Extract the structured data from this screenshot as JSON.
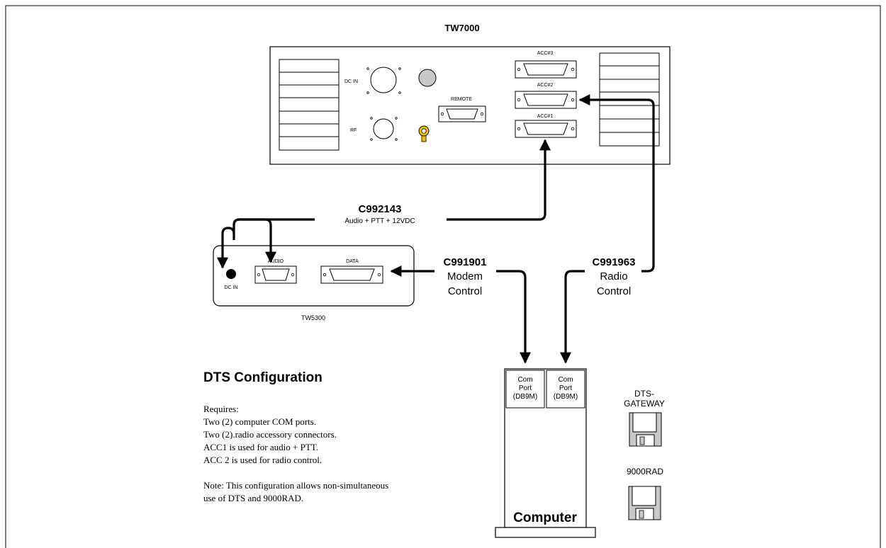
{
  "radio": {
    "title": "TW7000",
    "dc_in_label": "DC IN",
    "rf_label": "RF",
    "remote_label": "REMOTE",
    "acc3_label": "ACC#3",
    "acc2_label": "ACC#2",
    "acc1_label": "ACC#1"
  },
  "modem": {
    "name": "TW5300",
    "dc_in_label": "DC IN",
    "audio_label": "AUDIO",
    "data_label": "DATA"
  },
  "cables": {
    "c992143": {
      "part": "C992143",
      "desc": "Audio + PTT + 12VDC"
    },
    "c991901": {
      "part": "C991901",
      "line1": "Modem",
      "line2": "Control"
    },
    "c991963": {
      "part": "C991963",
      "line1": "Radio",
      "line2": "Control"
    }
  },
  "computer": {
    "label": "Computer",
    "port1": [
      "Com",
      "Port",
      "(DB9M)"
    ],
    "port2": [
      "Com",
      "Port",
      "(DB9M)"
    ]
  },
  "software": {
    "dts_gateway": [
      "DTS-",
      "GATEWAY"
    ],
    "rad": "9000RAD"
  },
  "config": {
    "heading": "DTS Configuration",
    "lines": [
      "Requires:",
      "Two (2) computer COM ports.",
      "Two (2).radio accessory connectors.",
      "ACC1 is used for audio + PTT.",
      "ACC 2 is used for radio control."
    ],
    "note": [
      "Note: This configuration allows non-simultaneous",
      "use of DTS and 9000RAD."
    ]
  },
  "colors": {
    "line": "#000000",
    "knob_fill": "#c8c8c8",
    "ring_fill": "#f2c200",
    "floppy_fill": "#c8c8c8"
  }
}
